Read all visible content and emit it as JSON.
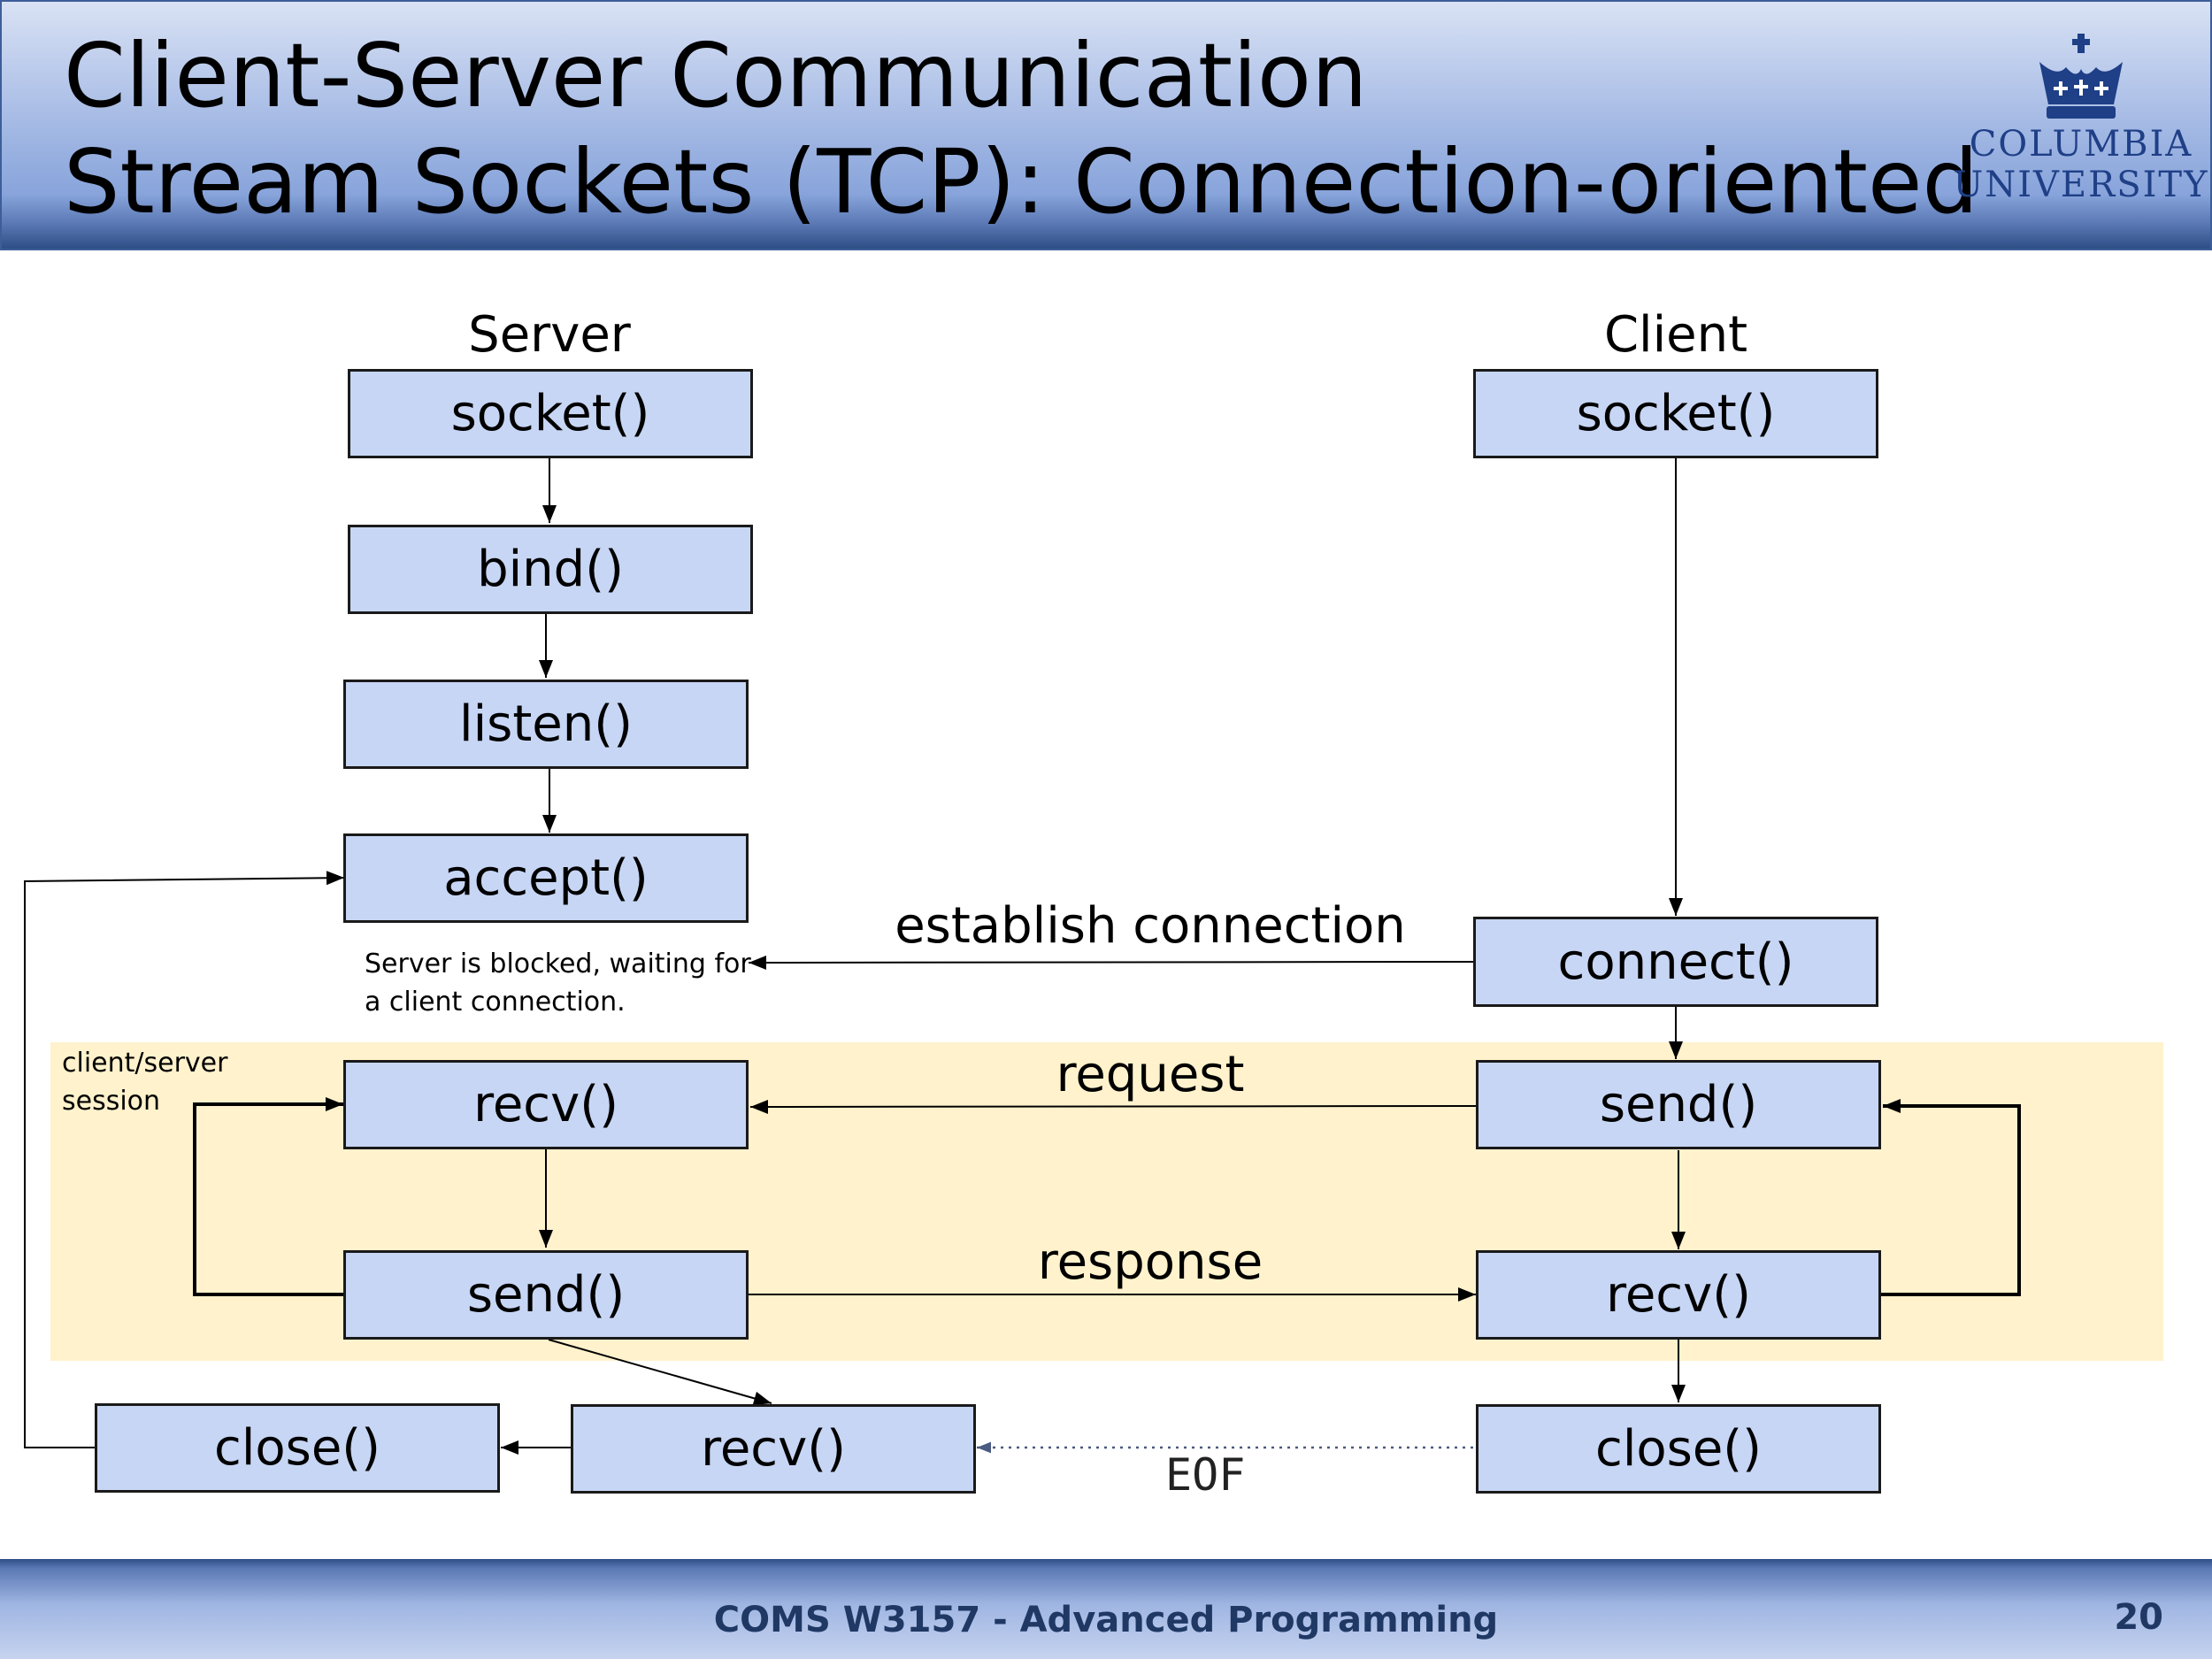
{
  "title": {
    "line1": "Client-Server Communication",
    "line2": "Stream Sockets (TCP): Connection-oriented"
  },
  "logo": {
    "line1": "COLUMBIA",
    "line2": "UNIVERSITY",
    "icon": "crown-icon"
  },
  "diagram": {
    "server_label": "Server",
    "client_label": "Client",
    "server": {
      "socket": "socket()",
      "bind": "bind()",
      "listen": "listen()",
      "accept": "accept()",
      "recv": "recv()",
      "send": "send()",
      "recv2": "recv()",
      "close": "close()"
    },
    "client": {
      "socket": "socket()",
      "connect": "connect()",
      "send": "send()",
      "recv": "recv()",
      "close": "close()"
    },
    "blocked_note_line1": "Server is blocked, waiting for",
    "blocked_note_line2": "a client connection.",
    "establish_label": "establish connection",
    "request_label": "request",
    "response_label": "response",
    "eof_label": "EOF",
    "session_label_line1": "client/server",
    "session_label_line2": "session",
    "colors": {
      "box_fill": "#c7d6f4",
      "session_fill": "#fff2cc",
      "eof_line": "#4a5a80"
    }
  },
  "footer": {
    "course": "COMS W3157 - Advanced Programming",
    "page": "20"
  }
}
